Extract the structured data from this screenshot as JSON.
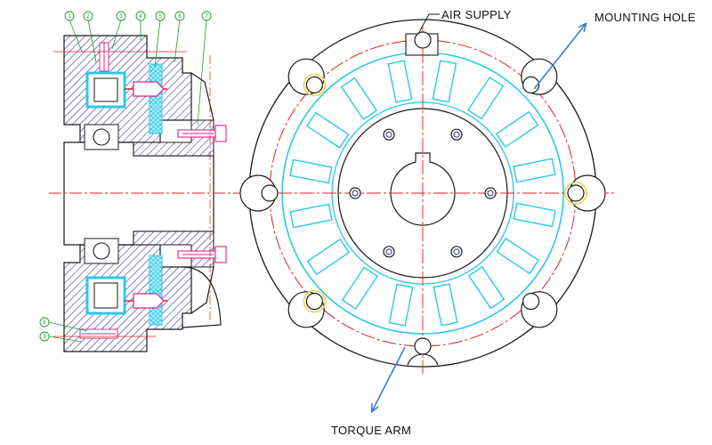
{
  "labels": {
    "air_supply": "AIR SUPPLY",
    "mounting_hole": "MOUNTING HOLE",
    "torque_arm": "TORQUE ARM"
  },
  "balloons": {
    "b1": "1",
    "b2": "2",
    "b3": "3",
    "b4": "4",
    "b5": "5",
    "b6": "6",
    "b7": "7",
    "b8": "8",
    "b9": "9"
  },
  "colors": {
    "outline": "#1a1a1a",
    "hatch": "#2a2a9a",
    "friction": "#2cc8e8",
    "centerline": "#e02020",
    "fastener": "#e0208a",
    "balloon": "#1a9a2a",
    "arrow": "#3a7ed0",
    "highlight": "#e8d84a"
  }
}
